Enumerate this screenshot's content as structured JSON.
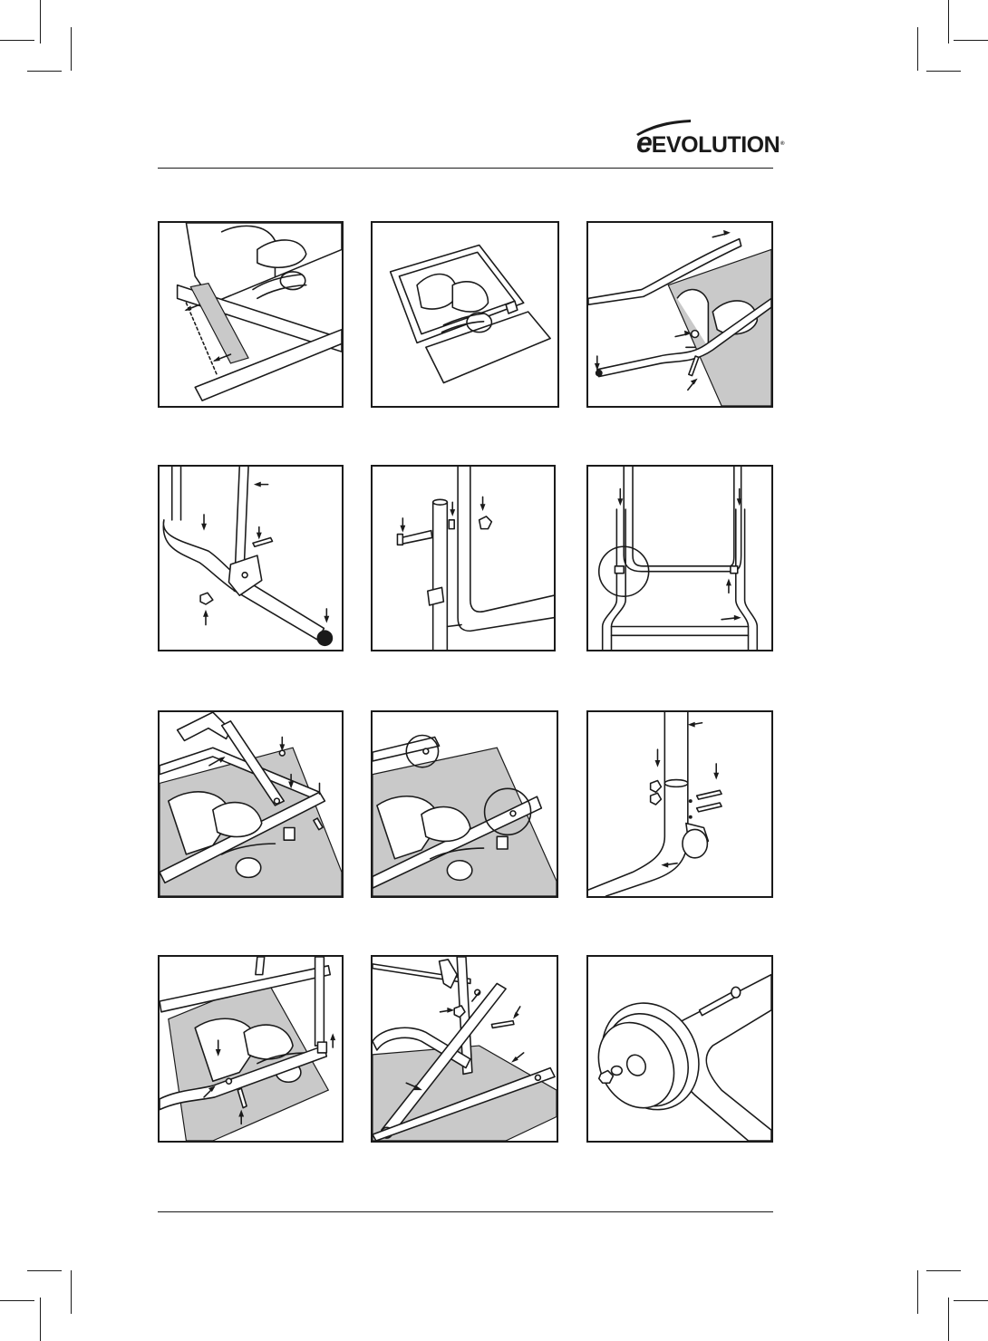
{
  "brand": {
    "name": "EVOLUTION",
    "registered_mark": "®",
    "color": "#1a1a1a"
  },
  "figures": [
    {
      "id": "fig-1",
      "depicts": "leg-strips-attached-under-saw"
    },
    {
      "id": "fig-2",
      "depicts": "saw-body-inverted"
    },
    {
      "id": "fig-3",
      "depicts": "leg-frame-bolted-to-saw"
    },
    {
      "id": "fig-4",
      "depicts": "handle-bracket-bolt-nut-cap"
    },
    {
      "id": "fig-5",
      "depicts": "bolt-through-upright-tube"
    },
    {
      "id": "fig-6",
      "depicts": "u-frame-clip-detail"
    },
    {
      "id": "fig-7",
      "depicts": "strut-bolted-to-frame"
    },
    {
      "id": "fig-8",
      "depicts": "mounting-holes-circled"
    },
    {
      "id": "fig-9",
      "depicts": "tube-with-bolts-and-nuts"
    },
    {
      "id": "fig-10",
      "depicts": "side-rail-bolts"
    },
    {
      "id": "fig-11",
      "depicts": "diagonal-brace-assembly"
    },
    {
      "id": "fig-12",
      "depicts": "wheel-axle-bolt-nut"
    }
  ]
}
